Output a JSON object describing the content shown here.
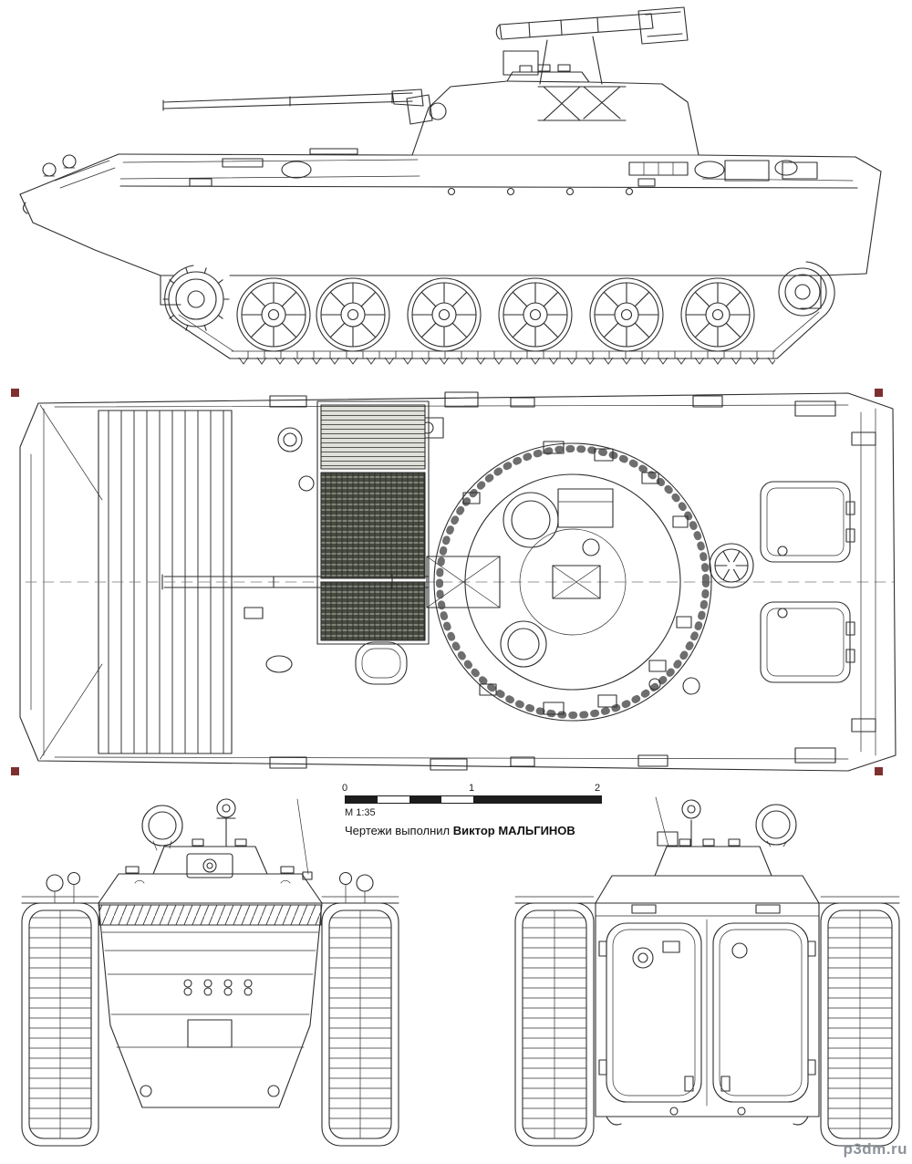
{
  "sheet": {
    "background": "#ffffff",
    "ink_color": "#2e2e2e",
    "grille_color": "#474b41",
    "corner_mark_color": "#7e3030"
  },
  "scale_bar": {
    "ticks": [
      "0",
      "1",
      "2"
    ],
    "scale_label": "М 1:35"
  },
  "credit": {
    "prefix": "Чертежи выполнил",
    "author": "Виктор МАЛЬГИНОВ"
  },
  "watermark": {
    "text": "p3dm.ru",
    "color": "#8d939a"
  }
}
